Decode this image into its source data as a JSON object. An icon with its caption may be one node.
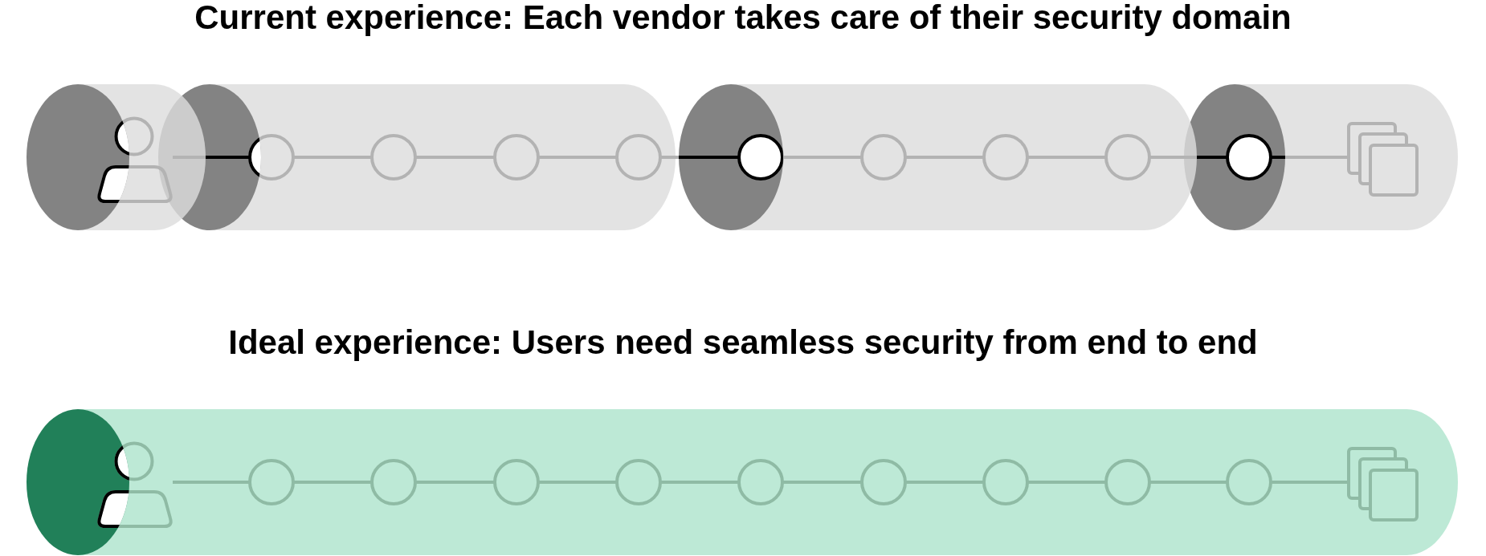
{
  "diagram": {
    "nodes": [
      {
        "text": [],
        "shape": "cylinder"
      },
      {
        "text": [],
        "shape": "person",
        "in": 0
      },
      {
        "text": [],
        "shape": "cylinder"
      },
      {
        "text": [],
        "shape": "circle",
        "in": 2
      },
      {
        "text": [],
        "shape": "circle",
        "in": 2
      },
      {
        "text": [],
        "shape": "circle",
        "in": 2
      },
      {
        "text": [],
        "shape": "circle",
        "in": 2
      },
      {
        "text": [],
        "shape": "cylinder"
      },
      {
        "text": [],
        "shape": "circle",
        "in": 7
      },
      {
        "text": [],
        "shape": "circle",
        "in": 7
      },
      {
        "text": [],
        "shape": "circle",
        "in": 7
      },
      {
        "text": [],
        "shape": "circle",
        "in": 7
      },
      {
        "text": [],
        "shape": "cylinder"
      },
      {
        "text": [],
        "shape": "circle",
        "in": 12
      },
      {
        "text": [],
        "shape": "picture",
        "in": 12
      },
      {
        "text": [],
        "shape": "cylinder"
      },
      {
        "text": [],
        "shape": "person",
        "in": 15
      },
      {
        "text": [],
        "shape": "circle",
        "in": 15
      },
      {
        "text": [],
        "shape": "circle",
        "in": 15
      },
      {
        "text": [],
        "shape": "circle",
        "in": 15
      },
      {
        "text": [],
        "shape": "circle",
        "in": 15
      },
      {
        "text": [],
        "shape": "circle",
        "in": 15
      },
      {
        "text": [],
        "shape": "circle",
        "in": 15
      },
      {
        "text": [],
        "shape": "circle",
        "in": 15
      },
      {
        "text": [],
        "shape": "circle",
        "in": 15
      },
      {
        "text": [],
        "shape": "circle",
        "in": 15
      },
      {
        "text": [],
        "shape": "picture",
        "in": 15
      }
    ],
    "edges": [
      {
        "from": 1,
        "to": 3,
        "arrow": "none"
      },
      {
        "from": 3,
        "to": 4,
        "arrow": "none"
      },
      {
        "from": 4,
        "to": 5,
        "arrow": "none"
      },
      {
        "from": 5,
        "to": 6,
        "arrow": "none"
      },
      {
        "from": 6,
        "to": 8,
        "arrow": "none"
      },
      {
        "from": 8,
        "to": 9,
        "arrow": "none"
      },
      {
        "from": 9,
        "to": 10,
        "arrow": "none"
      },
      {
        "from": 10,
        "to": 11,
        "arrow": "none"
      },
      {
        "from": 11,
        "to": 13,
        "arrow": "none"
      },
      {
        "from": 13,
        "to": 14,
        "arrow": "none"
      },
      {
        "from": 16,
        "to": 17,
        "arrow": "none",
        "color": "#8fbba5"
      },
      {
        "from": 17,
        "to": 18,
        "arrow": "none",
        "color": "#8fbba5"
      },
      {
        "from": 18,
        "to": 19,
        "arrow": "none",
        "color": "#8fbba5"
      },
      {
        "from": 19,
        "to": 20,
        "arrow": "none",
        "color": "#8fbba5"
      },
      {
        "from": 20,
        "to": 21,
        "arrow": "none",
        "color": "#8fbba5"
      },
      {
        "from": 21,
        "to": 22,
        "arrow": "none",
        "color": "#8fbba5"
      },
      {
        "from": 22,
        "to": 23,
        "arrow": "none",
        "color": "#8fbba5"
      },
      {
        "from": 23,
        "to": 24,
        "arrow": "none",
        "color": "#8fbba5"
      },
      {
        "from": 24,
        "to": 25,
        "arrow": "none",
        "color": "#8fbba5"
      },
      {
        "from": 25,
        "to": 26,
        "arrow": "none",
        "color": "#8fbba5"
      }
    ],
    "labels": [
      "Current experience: Each vendor takes care of their security domain",
      "Ideal experience: Users need seamless security from end to end"
    ]
  }
}
